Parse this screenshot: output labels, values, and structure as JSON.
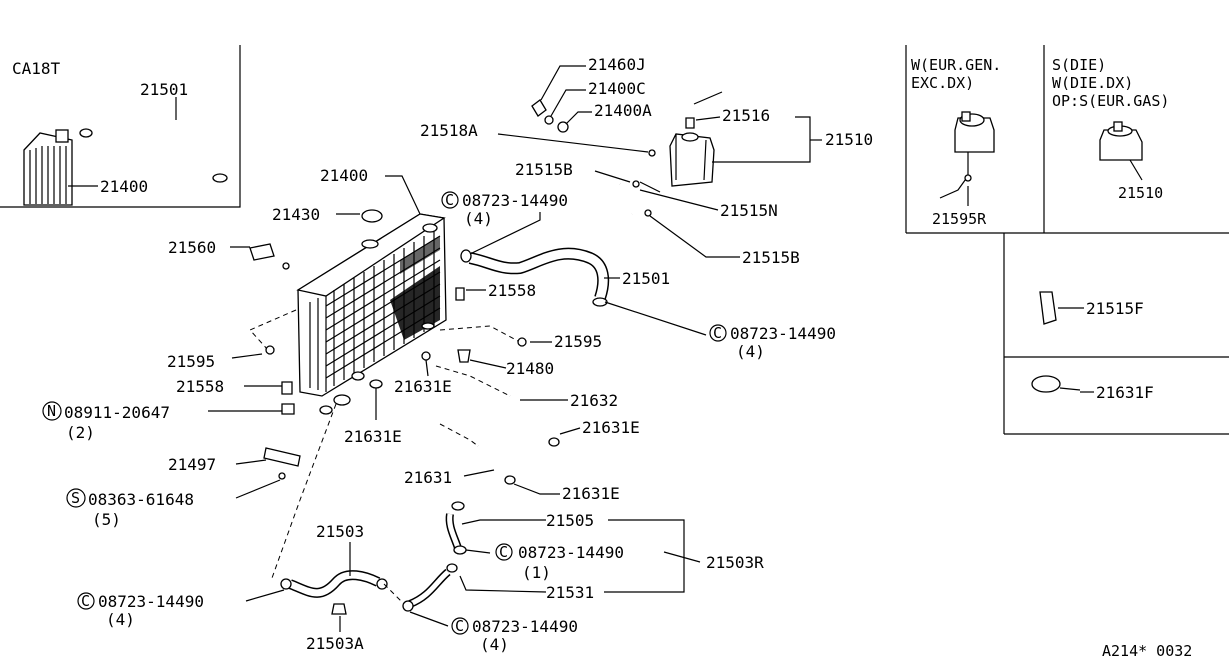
{
  "inset_ca18t": {
    "title": "CA18T",
    "labels": [
      "21501",
      "21400"
    ]
  },
  "inset_eur": {
    "title_line1": "W(EUR.GEN.",
    "title_line2": "EXC.DX)",
    "part": "21595R"
  },
  "inset_die": {
    "title_line1": "S(DIE)",
    "title_line2": "W(DIE.DX)",
    "title_line3": "OP:S(EUR.GAS)",
    "part": "21510"
  },
  "inset_21515f": {
    "part": "21515F"
  },
  "inset_21631f": {
    "part": "21631F"
  },
  "main_labels": {
    "p21460J": "21460J",
    "p21400C": "21400C",
    "p21400A": "21400A",
    "p21516": "21516",
    "p21510": "21510",
    "p21518A": "21518A",
    "p21515B_top": "21515B",
    "p21515N": "21515N",
    "p21515B_bottom": "21515B",
    "p21400": "21400",
    "p21430": "21430",
    "p21560": "21560",
    "p21501": "21501",
    "p21558_a": "21558",
    "p21558_b": "21558",
    "p21595_right": "21595",
    "p21595_left": "21595",
    "p21480": "21480",
    "p21631E_a": "21631E",
    "p21631E_b": "21631E",
    "p21631E_c": "21631E",
    "p21631E_d": "21631E",
    "p21632": "21632",
    "p21631": "21631",
    "p21497": "21497",
    "p21503": "21503",
    "p21503A": "21503A",
    "p21505": "21505",
    "p21531": "21531",
    "p21503R": "21503R"
  },
  "clamp_callouts": {
    "c1": {
      "code": "08723-14490",
      "qty": "(4)"
    },
    "c2": {
      "code": "08723-14490",
      "qty": "(4)"
    },
    "c3": {
      "code": "08723-14490",
      "qty": "(1)"
    },
    "c4": {
      "code": "08723-14490",
      "qty": "(4)"
    },
    "c5": {
      "code": "08723-14490",
      "qty": "(4)"
    }
  },
  "nut_callout": {
    "code": "08911-20647",
    "qty": "(2)"
  },
  "screw_callout": {
    "code": "08363-61648",
    "qty": "(5)"
  },
  "prefix_symbols": {
    "clamp": "C",
    "nut": "N",
    "screw": "S"
  },
  "diagram_id": "A214* 0032"
}
